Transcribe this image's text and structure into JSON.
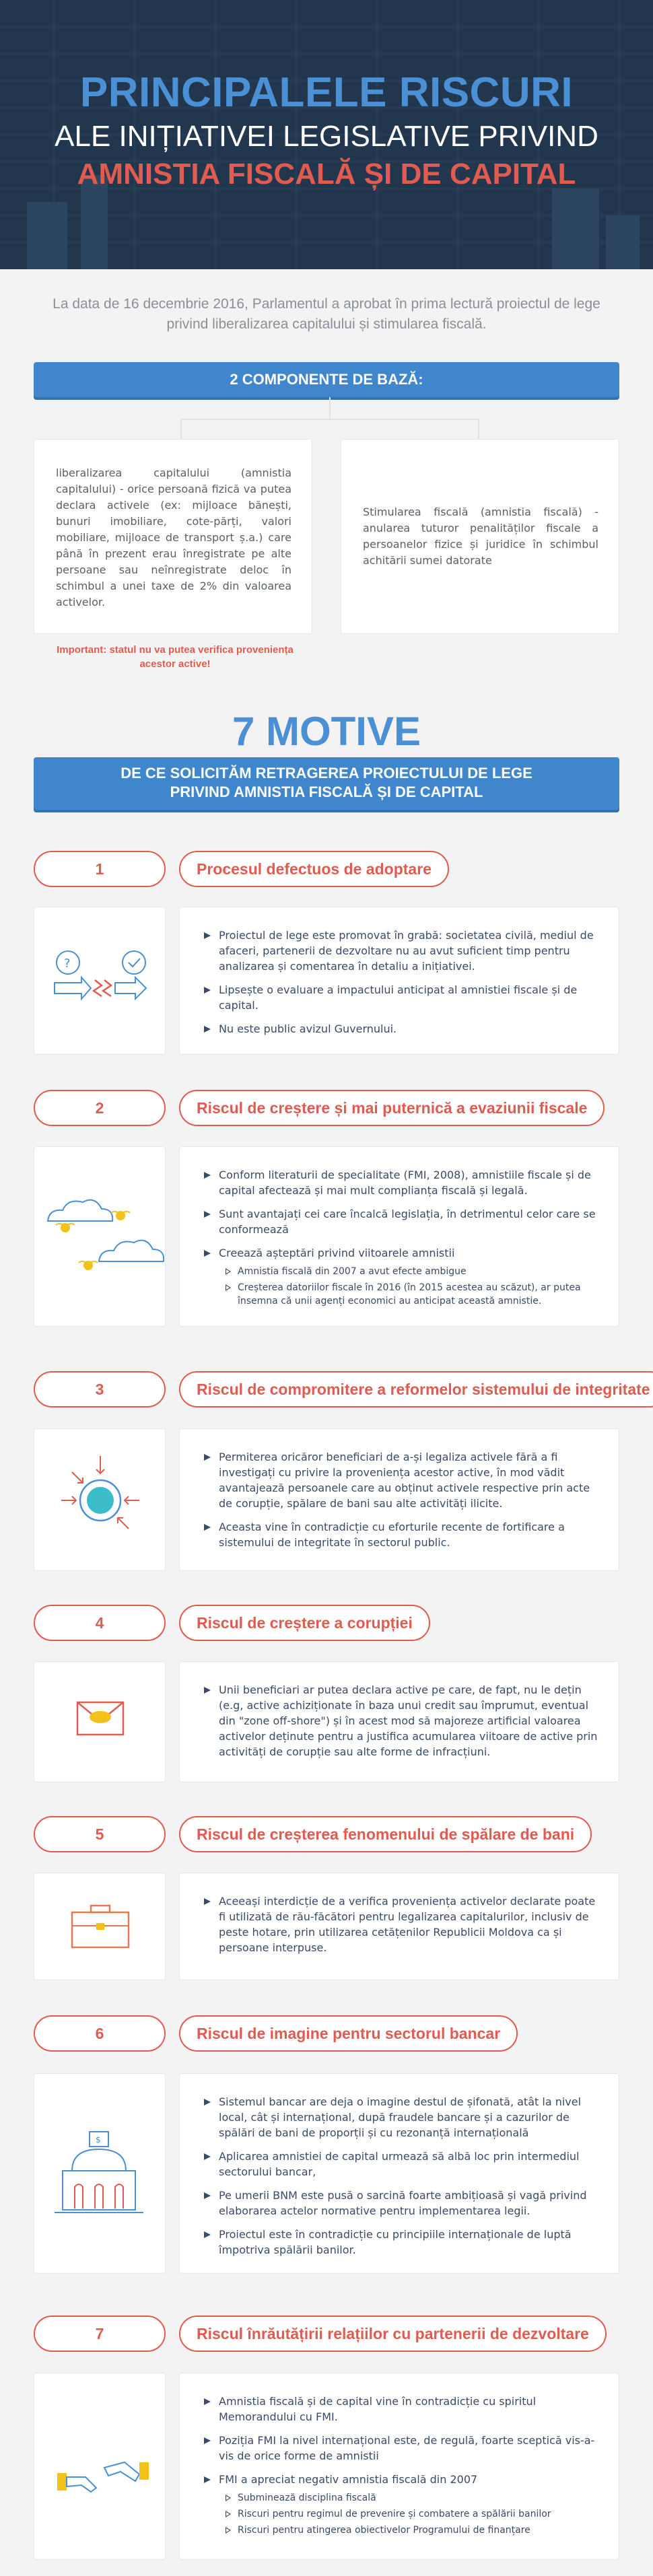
{
  "header": {
    "line1": "PRINCIPALELE RISCURI",
    "line2": "ALE INIȚIATIVEI LEGISLATIVE PRIVIND",
    "line3": "AMNISTIA FISCALĂ ȘI DE CAPITAL"
  },
  "intro": "La data de 16 decembrie 2016, Parlamentul a aprobat în prima lectură proiectul de lege privind liberalizarea capitalului și stimularea fiscală.",
  "components": {
    "title": "2 COMPONENTE DE BAZĂ:",
    "left": "liberalizarea capitalului (amnistia capitalului) - orice persoană fizică va putea declara activele (ex: mijloace bănești, bunuri imobiliare, cote-părți, valori mobiliare, mijloace de transport ș.a.) care până în prezent erau înregistrate pe alte persoane sau neînregistrate deloc în schimbul a unei taxe de 2% din valoarea activelor.",
    "right": "Stimularea fiscală (amnistia fiscală) - anularea tuturor penalităților fiscale a persoanelor fizice și juridice în schimbul achitării sumei datorate",
    "important": "Important: statul nu va putea verifica proveniența acestor active!"
  },
  "motive": {
    "title": "7 MOTIVE",
    "subtitle_line1": "DE CE SOLICITĂM RETRAGEREA PROIECTULUI DE LEGE",
    "subtitle_line2": "PRIVIND AMNISTIA FISCALĂ ȘI DE CAPITAL"
  },
  "reasons": [
    {
      "number": "1",
      "title": "Procesul defectuos de adoptare",
      "icon": "process-arrows-icon",
      "bullets": [
        "Proiectul de lege este promovat în grabă: societatea civilă, mediul de afaceri, partenerii de dezvoltare nu au avut suficient timp pentru analizarea și comentarea în detaliu a inițiativei.",
        "Lipsește o evaluare a impactului anticipat al amnistiei fiscale și de capital.",
        "Nu este public avizul Guvernului."
      ]
    },
    {
      "number": "2",
      "title": "Riscul de creștere și mai puternică a evaziunii fiscale",
      "icon": "clouds-birds-icon",
      "bullets": [
        "Conform literaturii de specialitate (FMI, 2008), amnistiile fiscale și de capital afectează și mai mult complianța fiscală și legală.",
        "Sunt avantajați cei care încalcă legislația, în detrimentul celor care se conformează",
        "Creează așteptări privind viitoarele amnistii"
      ],
      "subbullets": [
        "Amnistia fiscală din 2007 a avut efecte ambigue",
        "Creșterea datoriilor fiscale în 2016 (în 2015 acestea au scăzut), ar putea însemna că unii agenți economici au anticipat această amnistie."
      ]
    },
    {
      "number": "3",
      "title": "Riscul de compromitere a reformelor sistemului de integritate",
      "icon": "target-arrows-icon",
      "bullets": [
        "Permiterea oricăror beneficiari de a-și legaliza activele fără a fi investigați cu privire la proveniența acestor active, în mod vădit avantajează persoanele care au obținut activele respective prin acte de corupție, spălare de bani sau alte activități ilicite.",
        "Aceasta vine în contradicție cu eforturile recente de fortificare a sistemului de integritate în sectorul public."
      ]
    },
    {
      "number": "4",
      "title": "Riscul de creștere a corupției",
      "icon": "envelope-icon",
      "bullets": [
        "Unii beneficiari ar putea declara active pe care, de fapt, nu le dețin (e.g, active achiziționate în baza unui credit sau împrumut, eventual din \"zone off-shore\") și în acest mod să majoreze artificial valoarea activelor deținute pentru a justifica acumularea viitoare de active prin activități de corupție sau alte forme de infracțiuni."
      ]
    },
    {
      "number": "5",
      "title": "Riscul de creșterea fenomenului de spălare de bani",
      "icon": "briefcase-icon",
      "bullets": [
        "Aceeași interdicție de a verifica proveniența activelor declarate poate fi utilizată de rău-făcători pentru legalizarea capitalurilor, inclusiv de peste hotare, prin utilizarea cetățenilor Republicii Moldova ca și persoane interpuse."
      ]
    },
    {
      "number": "6",
      "title": "Riscul de imagine pentru sectorul bancar",
      "icon": "bank-icon",
      "bullets": [
        "Sistemul bancar are deja o imagine destul de șifonată, atât la nivel local, cât și internațional, după fraudele bancare și a cazurilor de spălări de bani de proporții și cu rezonanță internațională",
        "Aplicarea amnistiei de capital urmează să albă loc prin intermediul sectorului bancar,",
        "Pe umerii BNM este pusă o sarcină foarte ambițioasă și vagă privind elaborarea actelor normative pentru implementarea legii.",
        "Proiectul este în contradicție cu principiile internaționale de luptă împotriva spălării banilor."
      ]
    },
    {
      "number": "7",
      "title": "Riscul înrăutățirii relațiilor cu partenerii de dezvoltare",
      "icon": "handshake-icon",
      "bullets": [
        "Amnistia fiscală și de capital vine în contradicție cu spiritul Memorandului cu FMI.",
        "Poziția FMI la nivel internațional este, de regulă, foarte sceptică vis-a-vis de orice forme de amnistii",
        "FMI a apreciat negativ amnistia fiscală din 2007"
      ],
      "subbullets": [
        "Subminează disciplina fiscală",
        "Riscuri pentru regimul de prevenire și combatere a spălării banilor",
        "Riscuri pentru atingerea obiectivelor Programului de finanțare"
      ]
    }
  ],
  "colors": {
    "header_bg": "#22364d",
    "accent_blue": "#3f86cd",
    "accent_red": "#e05b50",
    "text_dark": "#3b4a66"
  }
}
